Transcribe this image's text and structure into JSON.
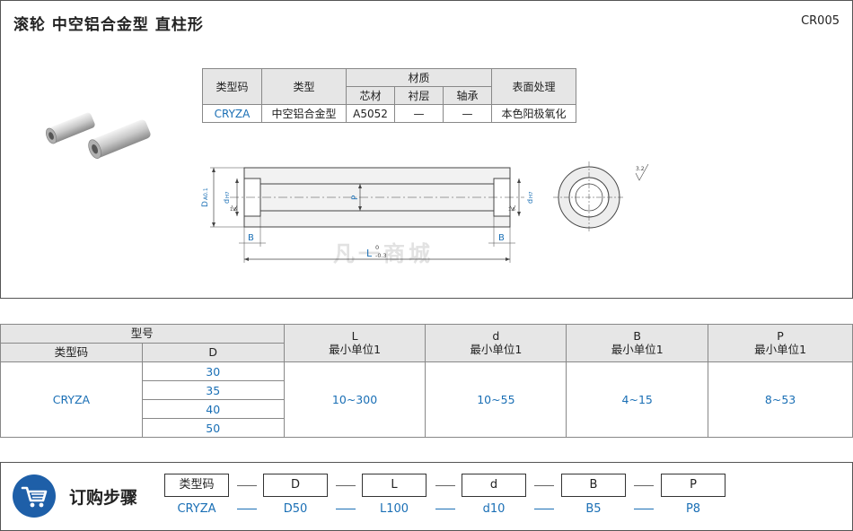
{
  "header": {
    "title": "滚轮  中空铝合金型  直柱形",
    "code": "CR005"
  },
  "spec_table": {
    "col_type_code": "类型码",
    "col_type": "类型",
    "col_material": "材质",
    "col_core": "芯材",
    "col_liner": "衬层",
    "col_bearing": "轴承",
    "col_surface": "表面处理",
    "row": {
      "type_code": "CRYZA",
      "type": "中空铝合金型",
      "core": "A5052",
      "liner": "—",
      "bearing": "—",
      "surface": "本色阳极氧化"
    }
  },
  "drawing": {
    "D": "D",
    "D_tol": "A0.1",
    "d": "d",
    "d_tol": "H7",
    "P": "P",
    "B": "B",
    "L": "L",
    "L_tol_upper": "0",
    "L_tol_lower": "-0.3",
    "rough_1": "1.6",
    "rough_2": "1.6",
    "rough_3": "3.2"
  },
  "watermark": "凡一商城",
  "model_table": {
    "model": "型号",
    "type_code": "类型码",
    "D": "D",
    "L": "L",
    "d": "d",
    "B": "B",
    "P": "P",
    "min_unit": "最小单位1",
    "cryza": "CRYZA",
    "D_values": [
      "30",
      "35",
      "40",
      "50"
    ],
    "L_range": "10~300",
    "d_range": "10~55",
    "B_range": "4~15",
    "P_range": "8~53"
  },
  "order": {
    "title": "订购步骤",
    "fields": [
      "类型码",
      "D",
      "L",
      "d",
      "B",
      "P"
    ],
    "example": [
      "CRYZA",
      "D50",
      "L100",
      "d10",
      "B5",
      "P8"
    ]
  },
  "colors": {
    "accent": "#1a6fb5",
    "cart_bg": "#1e5fa8",
    "header_bg": "#e6e6e6"
  }
}
